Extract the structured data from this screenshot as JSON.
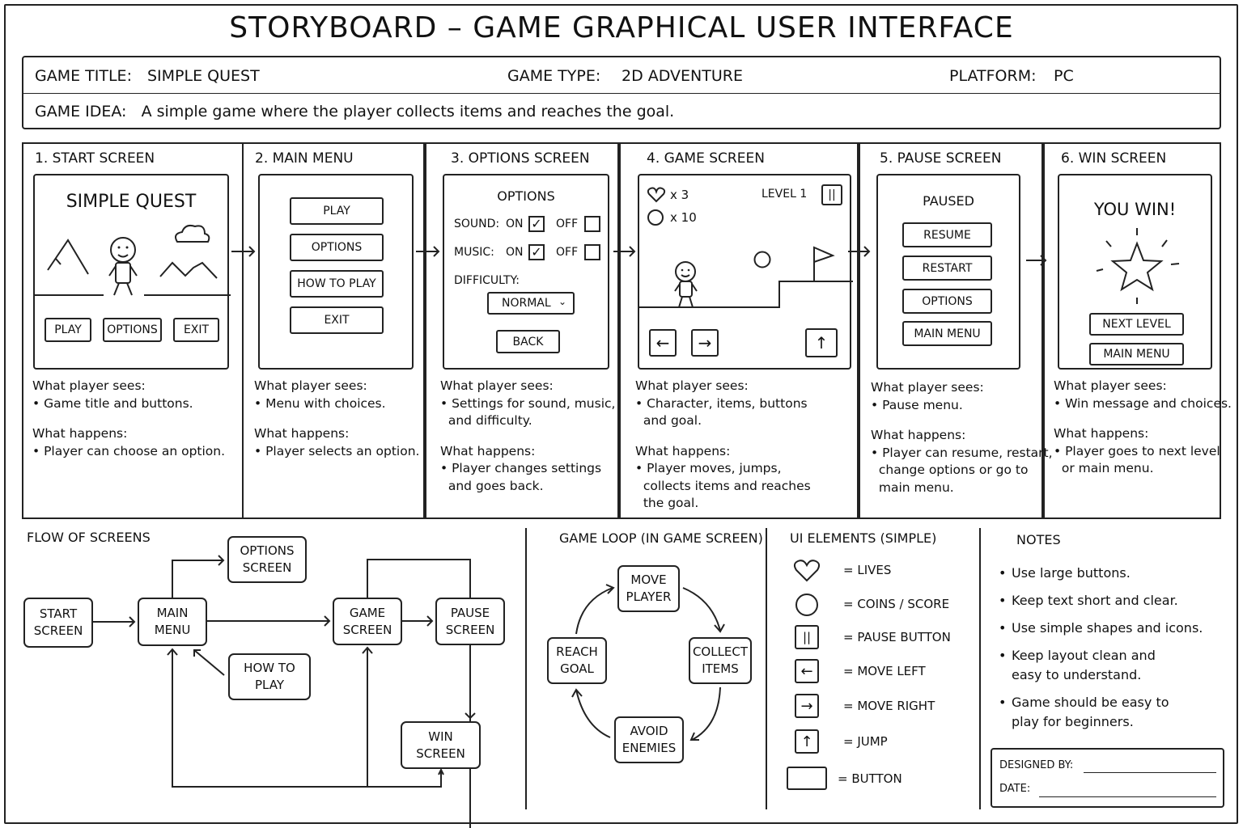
{
  "title": "STORYBOARD – GAME GRAPHICAL USER INTERFACE",
  "info": {
    "game_title_label": "GAME TITLE:",
    "game_title_value": "SIMPLE QUEST",
    "game_type_label": "GAME TYPE:",
    "game_type_value": "2D ADVENTURE",
    "platform_label": "PLATFORM:",
    "platform_value": "PC",
    "game_idea_label": "GAME IDEA:",
    "game_idea_value": "A simple game where the player collects items and reaches the goal."
  },
  "panels": [
    {
      "title": "1.  START SCREEN",
      "screen": {
        "heading": "SIMPLE QUEST",
        "buttons": [
          "PLAY",
          "OPTIONS",
          "EXIT"
        ]
      },
      "sees_label": "What player sees:",
      "sees": [
        "• Game title and buttons."
      ],
      "happens_label": "What happens:",
      "happens": [
        "• Player can choose an option."
      ]
    },
    {
      "title": "2.  MAIN MENU",
      "screen": {
        "buttons": [
          "PLAY",
          "OPTIONS",
          "HOW TO PLAY",
          "EXIT"
        ]
      },
      "sees_label": "What player sees:",
      "sees": [
        "• Menu with choices."
      ],
      "happens_label": "What happens:",
      "happens": [
        "• Player selects an option."
      ]
    },
    {
      "title": "3.  OPTIONS SCREEN",
      "screen": {
        "heading": "OPTIONS",
        "sound_label": "SOUND:",
        "music_label": "MUSIC:",
        "on_label": "ON",
        "off_label": "OFF",
        "sound_on": true,
        "music_on": true,
        "difficulty_label": "DIFFICULTY:",
        "difficulty_value": "NORMAL",
        "back_button": "BACK"
      },
      "sees_label": "What player sees:",
      "sees": [
        "• Settings for sound, music,",
        "  and difficulty."
      ],
      "happens_label": "What happens:",
      "happens": [
        "• Player changes settings",
        "  and goes back."
      ]
    },
    {
      "title": "4.  GAME SCREEN",
      "screen": {
        "lives": "x 3",
        "coins": "x 10",
        "level": "LEVEL 1"
      },
      "sees_label": "What player sees:",
      "sees": [
        "• Character, items, buttons",
        "  and goal."
      ],
      "happens_label": "What happens:",
      "happens": [
        "• Player moves, jumps,",
        "  collects items and reaches",
        "  the goal."
      ]
    },
    {
      "title": "5.  PAUSE SCREEN",
      "screen": {
        "heading": "PAUSED",
        "buttons": [
          "RESUME",
          "RESTART",
          "OPTIONS",
          "MAIN MENU"
        ]
      },
      "sees_label": "What player sees:",
      "sees": [
        "• Pause menu."
      ],
      "happens_label": "What happens:",
      "happens": [
        "• Player can resume, restart,",
        "  change options or go to",
        "  main menu."
      ]
    },
    {
      "title": "6.  WIN SCREEN",
      "screen": {
        "heading": "YOU WIN!",
        "buttons": [
          "NEXT LEVEL",
          "MAIN MENU"
        ]
      },
      "sees_label": "What player sees:",
      "sees": [
        "• Win message and choices."
      ],
      "happens_label": "What happens:",
      "happens": [
        "• Player goes to next level",
        "  or main menu."
      ]
    }
  ],
  "flow": {
    "title": "FLOW OF SCREENS",
    "nodes": {
      "start": "START\nSCREEN",
      "main": "MAIN\nMENU",
      "options": "OPTIONS\nSCREEN",
      "howto": "HOW TO\nPLAY",
      "game": "GAME\nSCREEN",
      "pause": "PAUSE\nSCREEN",
      "win": "WIN\nSCREEN"
    }
  },
  "loop": {
    "title": "GAME LOOP (IN GAME SCREEN)",
    "nodes": [
      "MOVE\nPLAYER",
      "COLLECT\nITEMS",
      "AVOID\nENEMIES",
      "REACH\nGOAL"
    ]
  },
  "legend": {
    "title": "UI ELEMENTS (SIMPLE)",
    "items": [
      {
        "icon": "heart-icon",
        "label": "=  LIVES"
      },
      {
        "icon": "circle-icon",
        "label": "=  COINS / SCORE"
      },
      {
        "icon": "pause-icon",
        "label": "=  PAUSE BUTTON"
      },
      {
        "icon": "arrow-left-icon",
        "label": "=  MOVE LEFT"
      },
      {
        "icon": "arrow-right-icon",
        "label": "=  MOVE RIGHT"
      },
      {
        "icon": "arrow-up-icon",
        "label": "=  JUMP"
      },
      {
        "icon": "button-icon",
        "label": "=  BUTTON"
      }
    ]
  },
  "notes": {
    "title": "NOTES",
    "items": [
      "Use large buttons.",
      "Keep text short and clear.",
      "Use simple shapes and icons.",
      "Keep layout clean and\neasy to understand.",
      "Game should be easy to\nplay for beginners."
    ],
    "designed_by_label": "DESIGNED BY:",
    "date_label": "DATE:"
  }
}
